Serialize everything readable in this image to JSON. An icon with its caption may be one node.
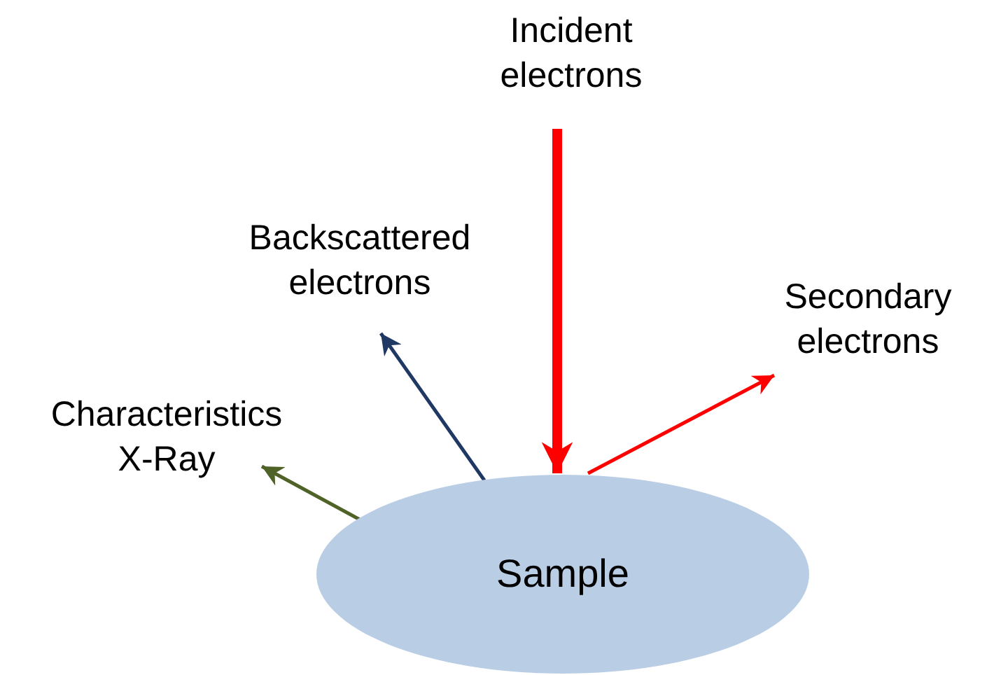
{
  "diagram": {
    "nodes": [
      {
        "text": [
          "Incident electrons"
        ]
      },
      {
        "text": [
          "Backscattered electrons"
        ]
      },
      {
        "text": [
          "Secondary electrons"
        ]
      },
      {
        "text": [
          "Characteristics X-Ray"
        ]
      },
      {
        "text": [
          "Sample"
        ]
      }
    ],
    "edges": [
      {
        "from": 0,
        "to": 4,
        "arrow": "to",
        "style": "thick",
        "color": "#ff0000"
      },
      {
        "from": 4,
        "to": 1,
        "arrow": "to",
        "color": "#1f3864"
      },
      {
        "from": 4,
        "to": 2,
        "arrow": "to",
        "color": "#ff0000"
      },
      {
        "from": 4,
        "to": 3,
        "arrow": "to",
        "color": "#4f6228"
      }
    ]
  }
}
